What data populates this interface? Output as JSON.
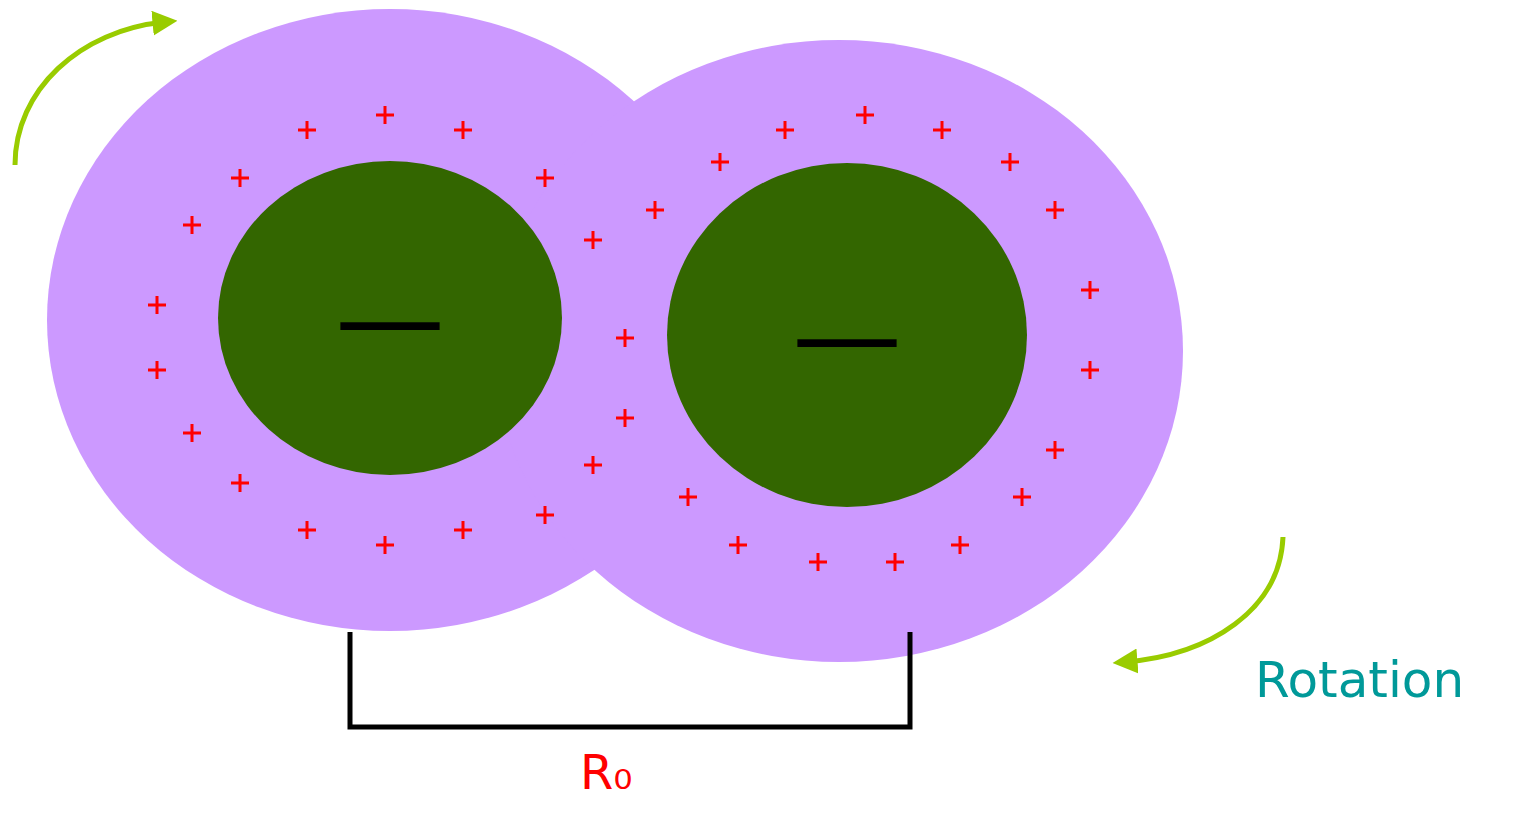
{
  "diagram": {
    "nodes": [
      {
        "text": [
          "—"
        ]
      },
      {
        "text": [
          "—"
        ]
      }
    ],
    "labels": [
      "Rotation",
      "R₀"
    ]
  }
}
